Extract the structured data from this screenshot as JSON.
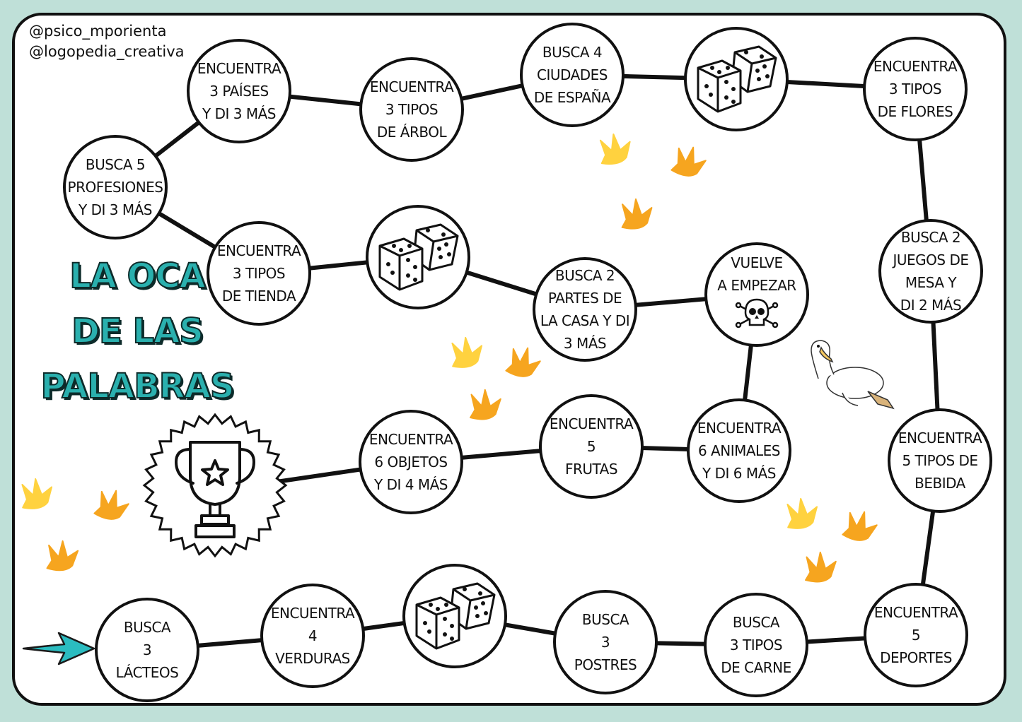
{
  "handles": [
    "@psico_mporienta",
    "@logopedia_creativa"
  ],
  "title": [
    "LA OCA",
    "DE LAS",
    "PALABRAS"
  ],
  "cells": [
    {
      "id": "busca-3-lacteos",
      "text": "BUSCA\n3\nLÁCTEOS"
    },
    {
      "id": "encuentra-4-verduras",
      "text": "ENCUENTRA\n4\nVERDURAS"
    },
    {
      "id": "dice-1",
      "text": "",
      "dice": true
    },
    {
      "id": "busca-3-postres",
      "text": "BUSCA\n3\nPOSTRES"
    },
    {
      "id": "busca-3-tipos-carne",
      "text": "BUSCA\n3 TIPOS\nDE CARNE"
    },
    {
      "id": "encuentra-5-deportes",
      "text": "ENCUENTRA\n5\nDEPORTES"
    },
    {
      "id": "encuentra-5-tipos-bebida",
      "text": "ENCUENTRA\n5 TIPOS DE\nBEBIDA"
    },
    {
      "id": "busca-2-juegos-mesa",
      "text": "BUSCA 2\nJUEGOS DE\nMESA Y\nDI 2 MÁS"
    },
    {
      "id": "encuentra-3-tipos-flores",
      "text": "ENCUENTRA\n3 TIPOS\nDE FLORES"
    },
    {
      "id": "dice-2",
      "text": "",
      "dice": true
    },
    {
      "id": "busca-4-ciudades",
      "text": "BUSCA 4\nCIUDADES\nDE ESPAÑA"
    },
    {
      "id": "encuentra-3-tipos-arbol",
      "text": "ENCUENTRA\n3 TIPOS\nDE ÁRBOL"
    },
    {
      "id": "encuentra-3-paises",
      "text": "ENCUENTRA\n3 PAÍSES\nY DI 3 MÁS"
    },
    {
      "id": "busca-5-profesiones",
      "text": "BUSCA 5\nPROFESIONES\nY DI 3 MÁS"
    },
    {
      "id": "encuentra-3-tipos-tienda",
      "text": "ENCUENTRA\n3 TIPOS\nDE TIENDA"
    },
    {
      "id": "dice-3",
      "text": "",
      "dice": true
    },
    {
      "id": "busca-2-partes-casa",
      "text": "BUSCA 2\nPARTES DE\nLA CASA Y DI\n3 MÁS"
    },
    {
      "id": "vuelve-a-empezar",
      "text": "VUELVE\nA EMPEZAR",
      "skull": true
    },
    {
      "id": "encuentra-6-animales",
      "text": "ENCUENTRA\n6 ANIMALES\nY DI 6 MÁS"
    },
    {
      "id": "encuentra-5-frutas",
      "text": "ENCUENTRA\n5\nFRUTAS"
    },
    {
      "id": "encuentra-6-objetos",
      "text": "ENCUENTRA\n6 OBJETOS\nY DI 4 MÁS"
    }
  ],
  "icons": {
    "start": "arrow-right-icon",
    "finish": "trophy-icon",
    "dice": "dice-icon",
    "danger": "skull-icon",
    "mascot": "goose-icon",
    "prints": "footprint-icon"
  },
  "colors": {
    "title": "#2ab0ae",
    "arrow": "#2bbcc0",
    "footprint_light": "#ffd23f",
    "footprint_dark": "#f6a51f",
    "frame": "#bfe0d8"
  }
}
